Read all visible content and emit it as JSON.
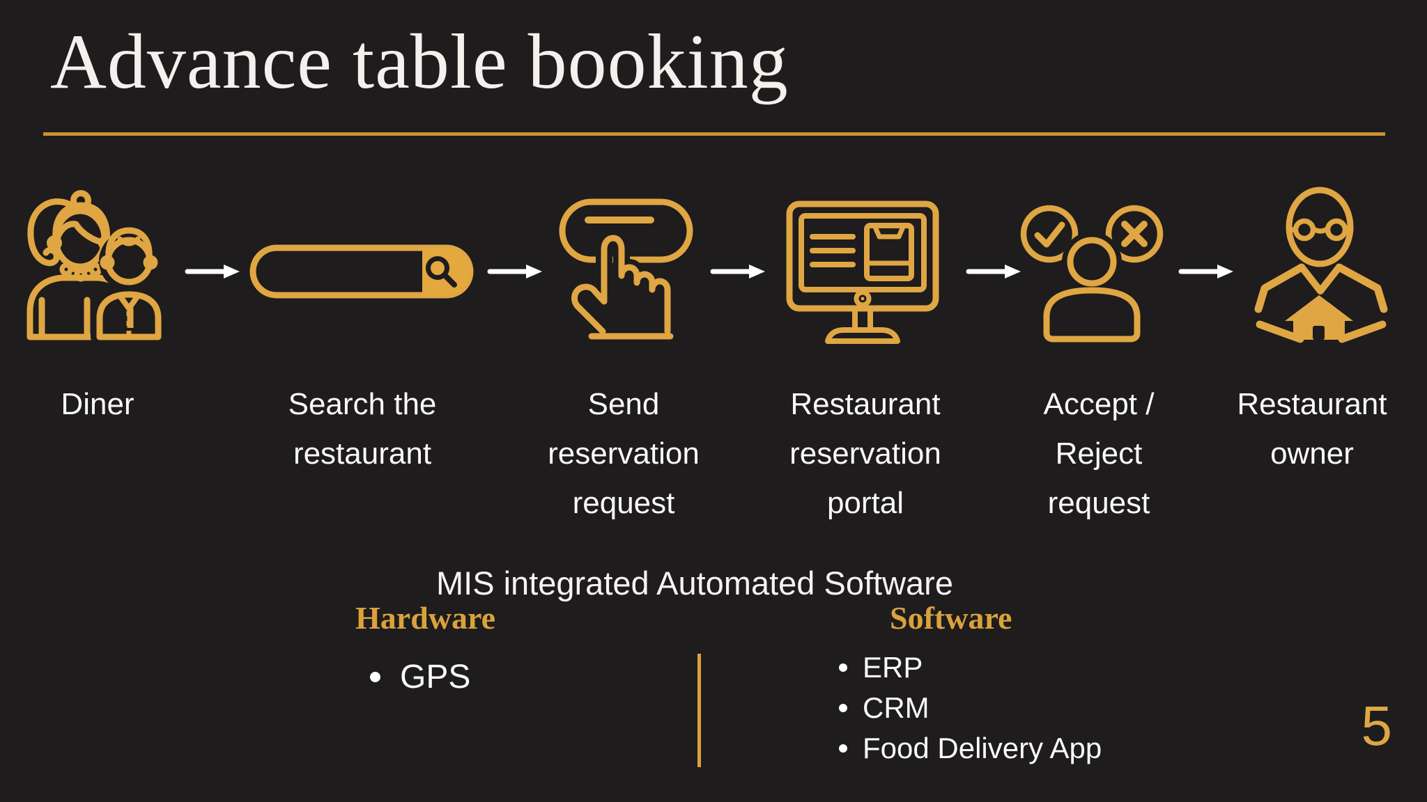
{
  "slide": {
    "title": "Advance table booking",
    "page_number": "5",
    "colors": {
      "background": "#1E1C1C",
      "icon_gold": "#DFA643",
      "underline_gold": "#C9932F",
      "heading_gold": "#D9A23C",
      "text_white": "#FBFAF8"
    }
  },
  "flow": {
    "steps": [
      {
        "name": "diner",
        "icon": "diner-couple-icon",
        "label": "Diner",
        "lines": [
          "Diner"
        ]
      },
      {
        "name": "search-restaurant",
        "icon": "search-bar-icon",
        "label": "Search the restaurant",
        "lines": [
          "Search the",
          "restaurant"
        ]
      },
      {
        "name": "send-reservation-request",
        "icon": "tap-button-icon",
        "label": "Send reservation request",
        "lines": [
          "Send",
          "reservation",
          "request"
        ]
      },
      {
        "name": "restaurant-reservation-portal",
        "icon": "reservation-portal-monitor-icon",
        "label": "Restaurant reservation portal",
        "lines": [
          "Restaurant",
          "reservation",
          "portal"
        ]
      },
      {
        "name": "accept-reject-request",
        "icon": "accept-reject-person-icon",
        "label": "Accept / Reject request",
        "lines": [
          "Accept /",
          "Reject",
          "request"
        ]
      },
      {
        "name": "restaurant-owner",
        "icon": "restaurant-owner-icon",
        "label": "Restaurant owner",
        "lines": [
          "Restaurant",
          "owner"
        ]
      }
    ]
  },
  "mis": {
    "heading": "MIS integrated Automated Software",
    "hardware": {
      "title": "Hardware",
      "items": [
        "GPS"
      ]
    },
    "software": {
      "title": "Software",
      "items": [
        "ERP",
        "CRM",
        "Food Delivery App"
      ]
    }
  }
}
